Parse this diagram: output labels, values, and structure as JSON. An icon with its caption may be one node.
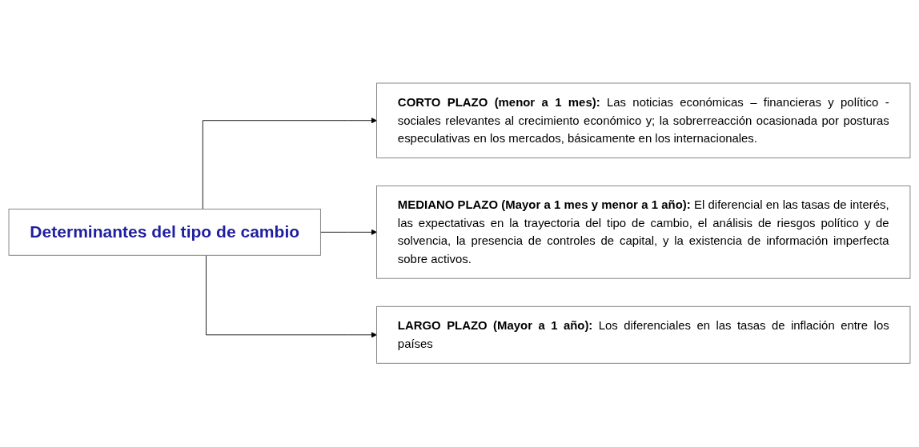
{
  "diagram": {
    "nodes": [
      {
        "text": [
          "Determinantes del tipo de cambio"
        ]
      },
      {
        "text": [
          "CORTO PLAZO (menor a 1 mes):",
          "Las noticias económicas – financieras y político - sociales relevantes al crecimiento económico y; la sobrerreacción ocasionada por posturas especulativas en los mercados, básicamente en los internacionales."
        ]
      },
      {
        "text": [
          "MEDIANO PLAZO (Mayor a 1 mes y menor a 1 año):",
          "El diferencial en las tasas de interés, las expectativas en la trayectoria del tipo de cambio, el análisis de riesgos político y de solvencia, la presencia de controles de capital, y la existencia de información imperfecta sobre activos."
        ]
      },
      {
        "text": [
          "LARGO PLAZO (Mayor a 1 año):",
          "Los diferenciales en las tasas de inflación entre los países"
        ]
      }
    ],
    "edges": [
      {
        "from": 0,
        "to": 1,
        "arrow": "to"
      },
      {
        "from": 0,
        "to": 2,
        "arrow": "to"
      },
      {
        "from": 0,
        "to": 3,
        "arrow": "to"
      }
    ]
  }
}
